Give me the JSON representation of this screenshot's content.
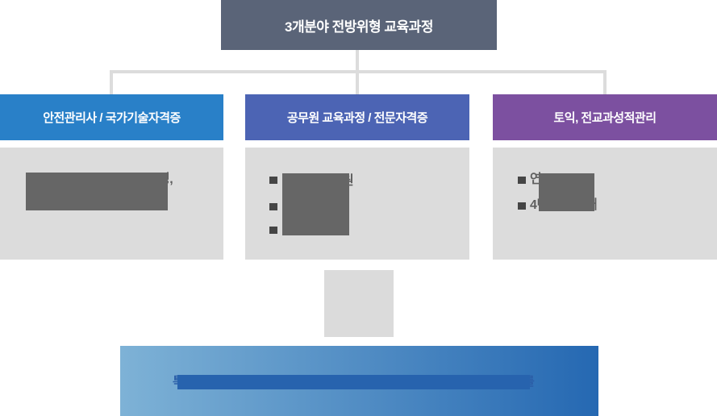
{
  "diagram": {
    "root": {
      "label": "3개분야 전방위형 교육과정",
      "color": "#5A6478"
    },
    "connector_color": "#dcdcdc",
    "branches": [
      {
        "title": "안전관리사 / 국가기술자격증",
        "accent": "#2980C8",
        "body": {
          "redacted": true,
          "visible_fragment": "정,"
        }
      },
      {
        "title": "공무원 교육과정 / 전문자격증",
        "accent": "#4C64B4",
        "body": {
          "redacted": true,
          "bullet_count": 3,
          "visible_fragment": "원"
        }
      },
      {
        "title": "토익, 전교과성적관리",
        "accent": "#7C50A0",
        "body": {
          "redacted": true,
          "bullets": [
            {
              "visible_prefix": "연"
            },
            {
              "visible_prefix": "4년",
              "visible_suffix": "대"
            }
          ]
        }
      }
    ],
    "placeholder_box": {
      "color": "#dbdbdb"
    },
    "banner": {
      "gradient_from": "#7EB2D6",
      "gradient_to": "#2568B2",
      "bar_color": "#2763AE",
      "visible_fragment_left": "특",
      "visible_fragment_right": "를"
    }
  }
}
